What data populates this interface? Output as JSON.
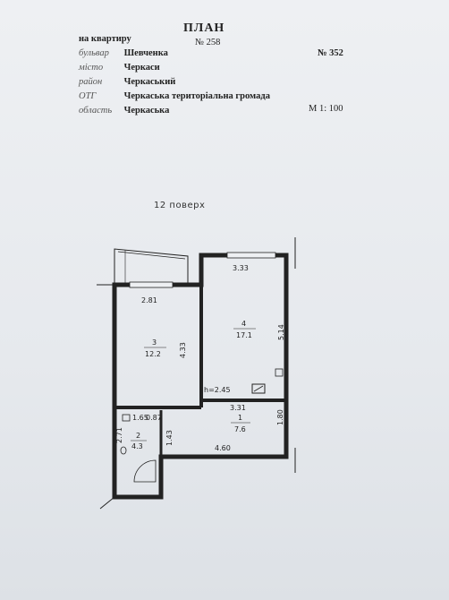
{
  "header": {
    "title": "ПЛАН",
    "subtitle": "на квартиру",
    "apartment_no": "№ 258",
    "rows": [
      {
        "label": "бульвар",
        "value": "Шевченка"
      },
      {
        "label": "місто",
        "value": "Черкаси"
      },
      {
        "label": "район",
        "value": "Черкаський"
      },
      {
        "label": "ОТГ",
        "value": "Черкаська територіальна громада"
      },
      {
        "label": "область",
        "value": "Черкаська"
      }
    ],
    "house_no": "№ 352",
    "scale": "М 1: 100"
  },
  "floor_label": "12 поверх",
  "plan": {
    "rooms": [
      {
        "number": "4",
        "area": "17.1",
        "width": "3.33",
        "length": "5.14"
      },
      {
        "number": "3",
        "area": "12.2",
        "width": "2.81",
        "length": "4.33"
      },
      {
        "number": "1",
        "area": "7.6",
        "width": "3.31",
        "length": "1.80",
        "extra": "4.60"
      },
      {
        "number": "2",
        "area": "4.3",
        "length": "2.71",
        "extra": "1.65",
        "extra2": "0.87",
        "extra3": "1.43"
      }
    ],
    "height_note": "h=2.45"
  }
}
